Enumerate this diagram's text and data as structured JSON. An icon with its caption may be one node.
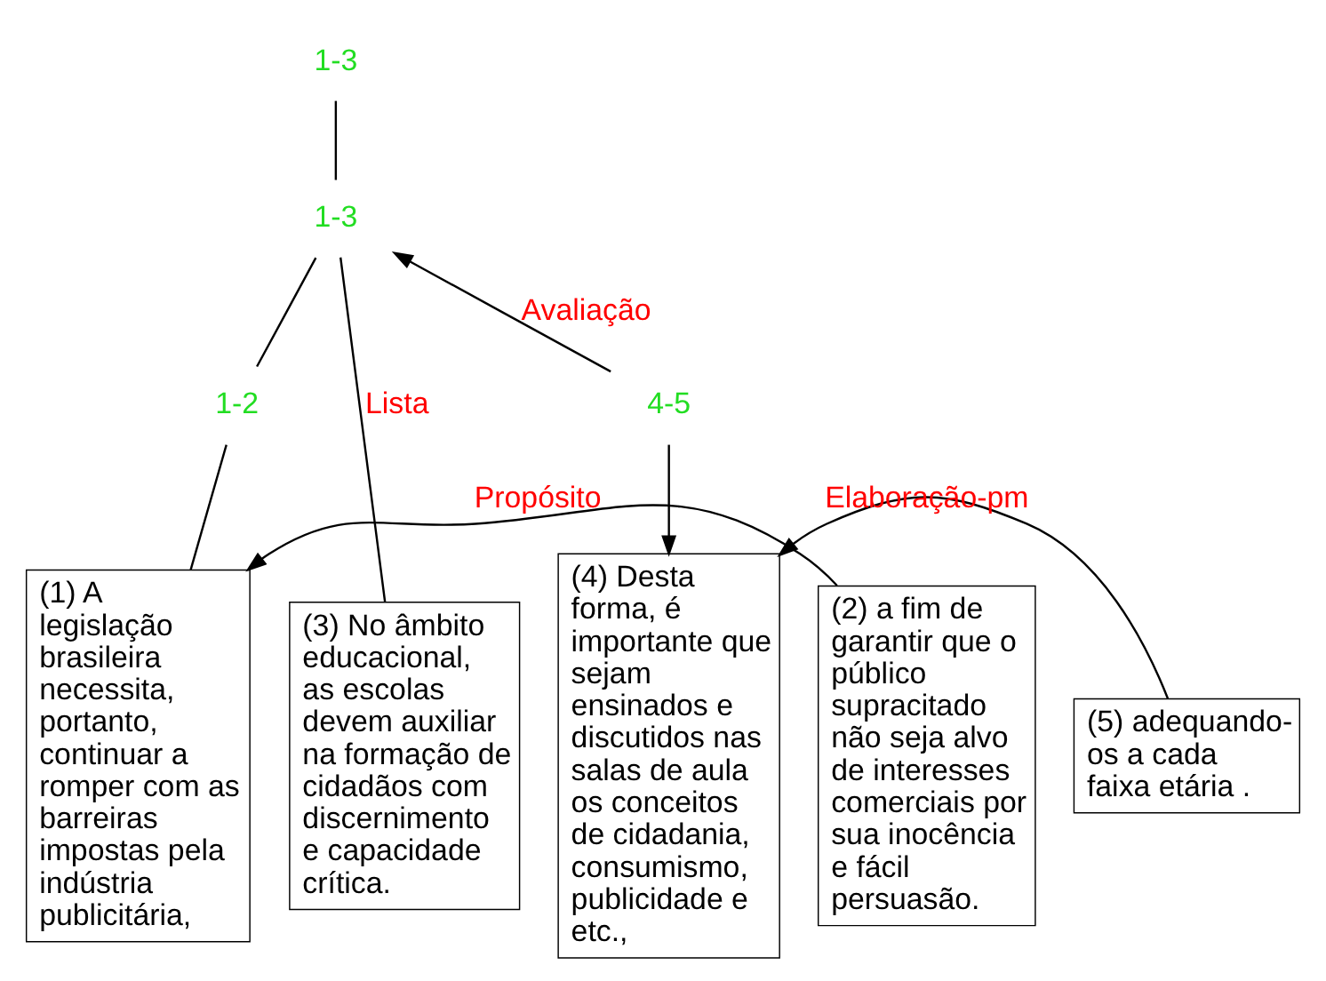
{
  "diagram": {
    "nodes": [
      {
        "text": [
          "1-3"
        ]
      },
      {
        "text": [
          "1-3"
        ]
      },
      {
        "text": [
          "1-2"
        ]
      },
      {
        "text": [
          "(1) A legislação brasileira necessita, portanto, continuar a romper com as barreiras impostas pela indústria publicitária,"
        ]
      },
      {
        "text": [
          "(2) a fim de garantir que o público supracitado não seja alvo de interesses comerciais por sua inocência e fácil persuasão."
        ]
      },
      {
        "text": [
          "(3) No âmbito educacional, as escolas devem auxiliar na formação de cidadãos com discernimento e capacidade crítica."
        ]
      },
      {
        "text": [
          "4-5"
        ]
      },
      {
        "text": [
          "(4) Desta forma, é importante que sejam ensinados e discutidos nas salas de aula os conceitos de cidadania, consumismo, publicidade e etc.,"
        ]
      },
      {
        "text": [
          "(5) adequando-os a cada faixa etária ."
        ]
      }
    ],
    "edges": [
      {
        "from": 0,
        "to": 1,
        "arrow": "none"
      },
      {
        "from": 1,
        "to": 2,
        "arrow": "none"
      },
      {
        "from": 1,
        "to": 5,
        "arrow": "none",
        "label": "Lista"
      },
      {
        "from": 6,
        "to": 1,
        "arrow": "to",
        "label": "Avaliação"
      },
      {
        "from": 2,
        "to": 3,
        "arrow": "none"
      },
      {
        "from": 4,
        "to": 3,
        "arrow": "to",
        "label": "Propósito"
      },
      {
        "from": 6,
        "to": 7,
        "arrow": "to"
      },
      {
        "from": 8,
        "to": 7,
        "arrow": "to",
        "label": "Elaboração-pm"
      }
    ]
  }
}
